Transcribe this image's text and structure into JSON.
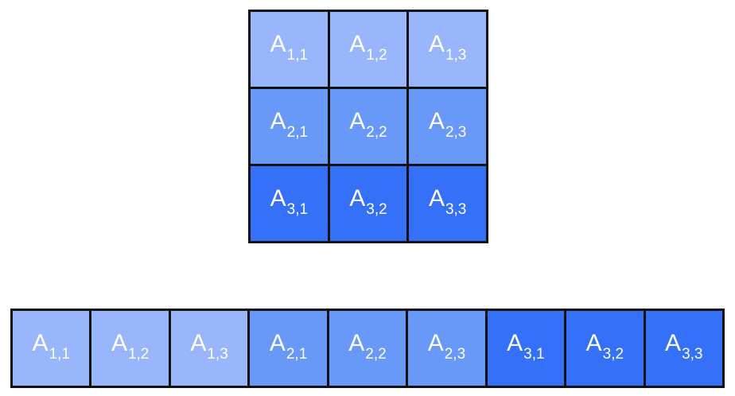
{
  "colors": {
    "row1": "#99b5fb",
    "row2": "#6899f9",
    "row3": "#3571f8",
    "border": "#111111",
    "text": "#ffffff"
  },
  "matrix": {
    "rows": [
      [
        {
          "base": "A",
          "sub": "1,1"
        },
        {
          "base": "A",
          "sub": "1,2"
        },
        {
          "base": "A",
          "sub": "1,3"
        }
      ],
      [
        {
          "base": "A",
          "sub": "2,1"
        },
        {
          "base": "A",
          "sub": "2,2"
        },
        {
          "base": "A",
          "sub": "2,3"
        }
      ],
      [
        {
          "base": "A",
          "sub": "3,1"
        },
        {
          "base": "A",
          "sub": "3,2"
        },
        {
          "base": "A",
          "sub": "3,3"
        }
      ]
    ]
  },
  "flat": {
    "cells": [
      {
        "base": "A",
        "sub": "1,1",
        "row": 1
      },
      {
        "base": "A",
        "sub": "1,2",
        "row": 1
      },
      {
        "base": "A",
        "sub": "1,3",
        "row": 1
      },
      {
        "base": "A",
        "sub": "2,1",
        "row": 2
      },
      {
        "base": "A",
        "sub": "2,2",
        "row": 2
      },
      {
        "base": "A",
        "sub": "2,3",
        "row": 2
      },
      {
        "base": "A",
        "sub": "3,1",
        "row": 3
      },
      {
        "base": "A",
        "sub": "3,2",
        "row": 3
      },
      {
        "base": "A",
        "sub": "3,3",
        "row": 3
      }
    ]
  }
}
